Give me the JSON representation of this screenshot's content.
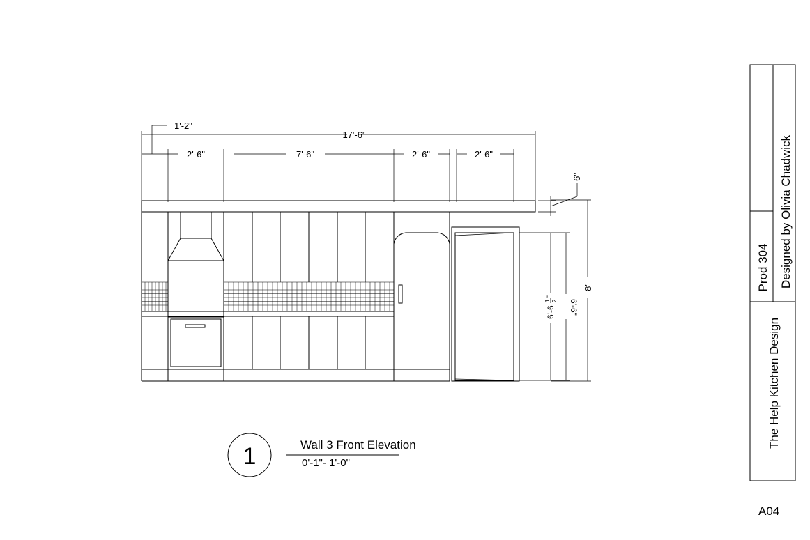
{
  "drawing": {
    "dimensions": {
      "overall_width": "17'-6\"",
      "left_offset": "1'-2\"",
      "segment_1": "2'-6\"",
      "segment_2": "7'-6\"",
      "segment_3": "2'-6\"",
      "segment_4": "2'-6\"",
      "crown": "6\"",
      "wall_height": "8'",
      "door_height_a": "6'-6\"",
      "door_height_b_whole": "6'-6",
      "door_height_b_num": "1",
      "door_height_b_den": "2",
      "door_height_b_mark": "\""
    }
  },
  "callout": {
    "number": "1",
    "title": "Wall 3 Front Elevation",
    "scale": "0'-1\"- 1'-0\""
  },
  "title_block": {
    "project": "The Help Kitchen Design",
    "code": "Prod 304",
    "designer": "Designed by Olivia Chadwick"
  },
  "sheet_number": "A04"
}
